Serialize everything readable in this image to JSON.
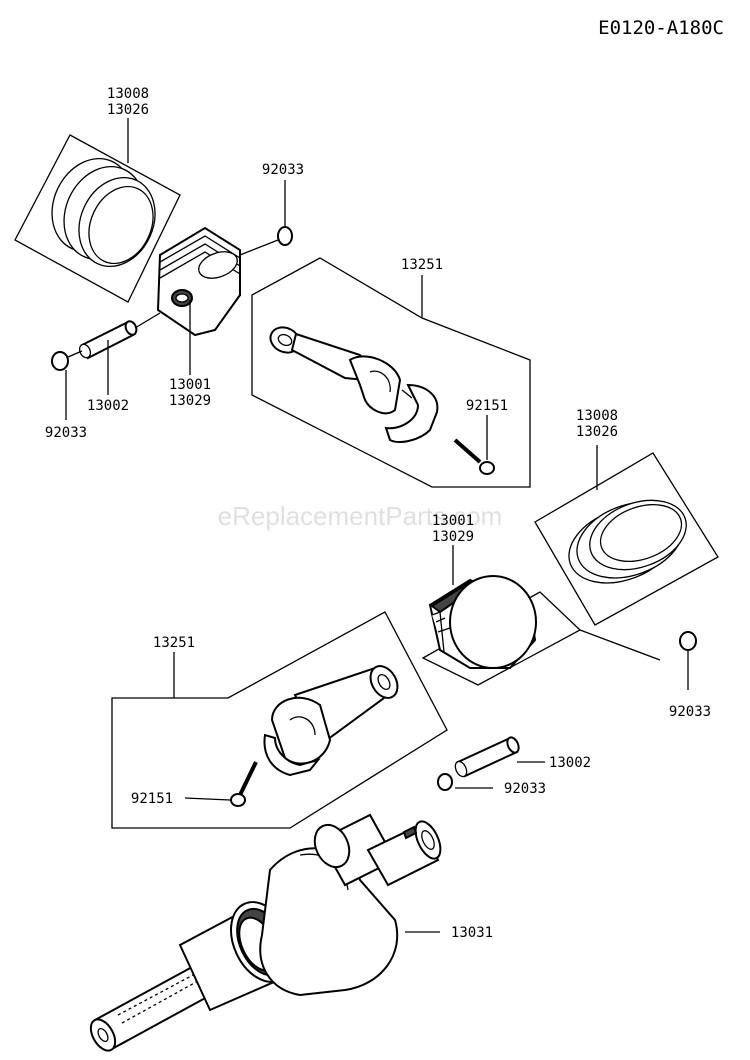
{
  "diagram_id": "E0120-A180C",
  "watermark": "eReplacementParts.com",
  "callouts": {
    "rings_top": [
      "13008",
      "13026"
    ],
    "clip_top_right": "92033",
    "rod_top": "13251",
    "piston_top": [
      "13001",
      "13029"
    ],
    "pin_top": "13002",
    "clip_top_left": "92033",
    "bolt_top": "92151",
    "rings_bottom": [
      "13008",
      "13026"
    ],
    "piston_bottom": [
      "13001",
      "13029"
    ],
    "clip_bottom_right": "92033",
    "rod_bottom": "13251",
    "pin_bottom": "13002",
    "bolt_bottom": "92151",
    "clip_bottom": "92033",
    "crankshaft": "13031"
  }
}
